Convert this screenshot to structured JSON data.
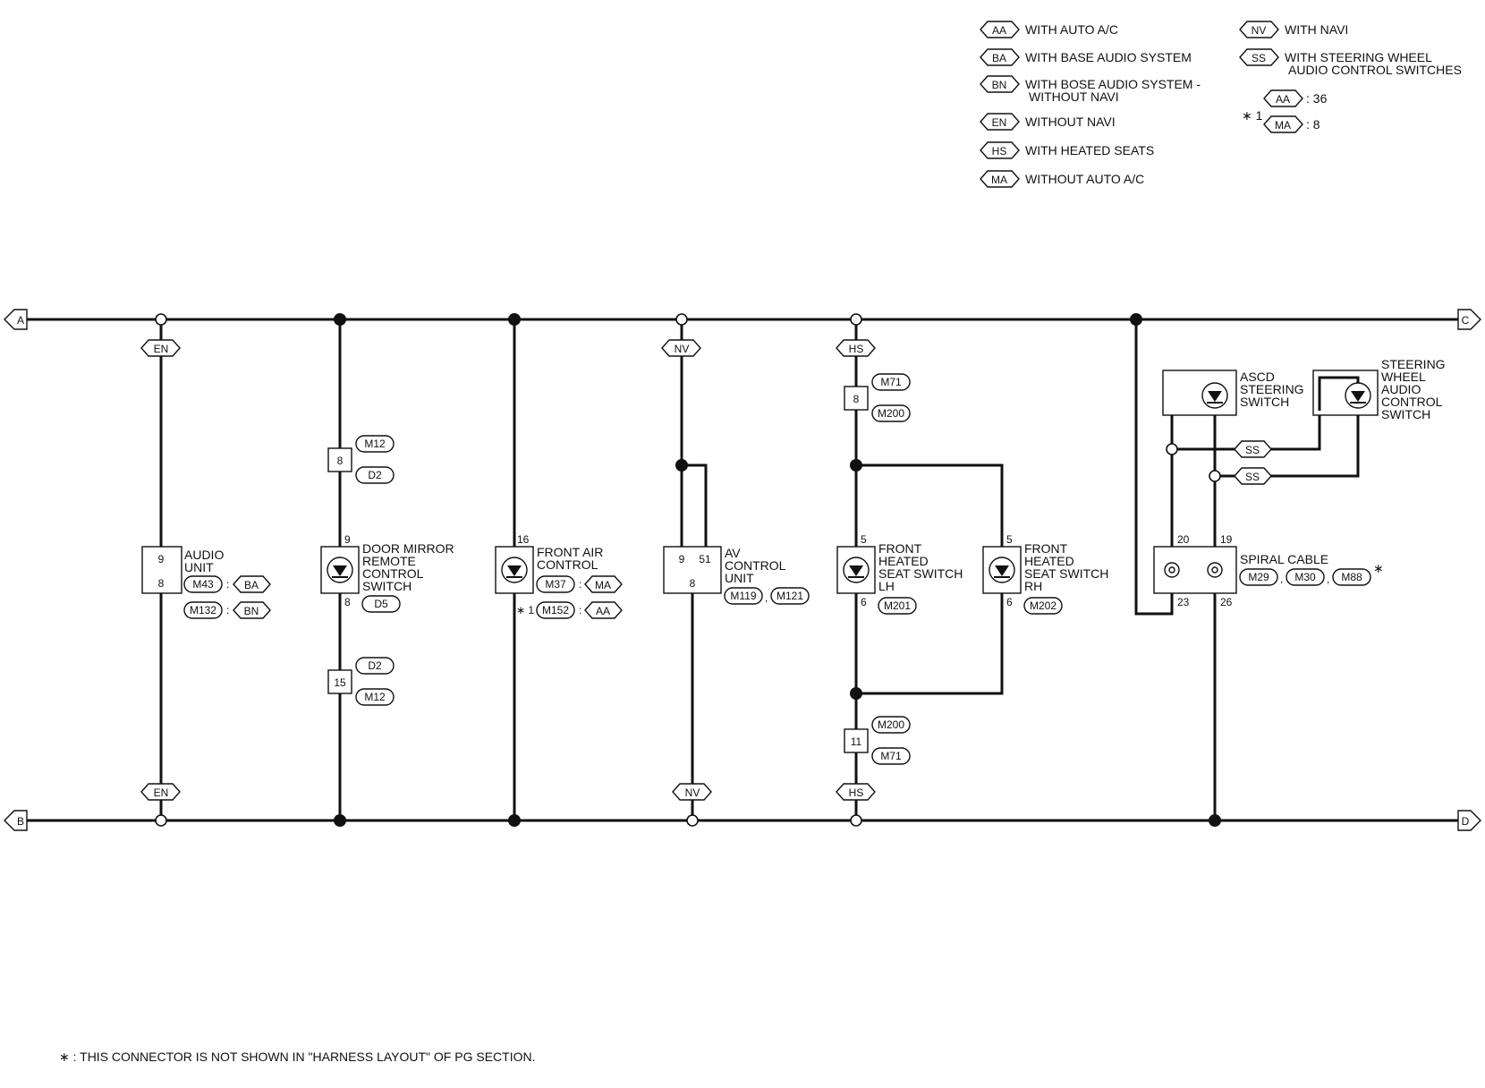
{
  "legend": {
    "AA": "WITH AUTO A/C",
    "BA": "WITH BASE AUDIO SYSTEM",
    "BN_line1": "WITH BOSE AUDIO SYSTEM -",
    "BN_line2": "WITHOUT NAVI",
    "EN": "WITHOUT NAVI",
    "HS": "WITH HEATED SEATS",
    "MA": "WITHOUT AUTO A/C",
    "NV": "WITH NAVI",
    "SS_line1": "WITH STEERING WHEEL",
    "SS_line2": "AUDIO CONTROL SWITCHES",
    "star1_label": "∗ 1",
    "star1_AA": ": 36",
    "star1_MA": ": 8"
  },
  "codes": {
    "AA": "AA",
    "BA": "BA",
    "BN": "BN",
    "EN": "EN",
    "HS": "HS",
    "MA": "MA",
    "NV": "NV",
    "SS": "SS"
  },
  "buses": {
    "A": "A",
    "B": "B",
    "C": "C",
    "D": "D"
  },
  "components": {
    "audio_unit": {
      "line1": "AUDIO",
      "line2": "UNIT",
      "pin_top": "9",
      "pin_bottom": "8",
      "conn1": "M43",
      "code1": "BA",
      "conn2": "M132",
      "code2": "BN"
    },
    "door_mirror": {
      "line1": "DOOR MIRROR",
      "line2": "REMOTE",
      "line3": "CONTROL",
      "line4": "SWITCH",
      "pin_top": "9",
      "pin_bottom": "8",
      "conn": "D5",
      "upper_pin": "8",
      "upper_conn1": "M12",
      "upper_conn2": "D2",
      "lower_pin": "15",
      "lower_conn1": "D2",
      "lower_conn2": "M12"
    },
    "front_air": {
      "line1": "FRONT AIR",
      "line2": "CONTROL",
      "pin_top": "16",
      "conn1": "M37",
      "code1": "MA",
      "star": "∗ 1",
      "conn2": "M152",
      "code2": "AA"
    },
    "av_control": {
      "line1": "AV",
      "line2": "CONTROL",
      "line3": "UNIT",
      "pin_a": "9",
      "pin_b": "51",
      "pin_bottom": "8",
      "conn1": "M119",
      "conn2": "M121"
    },
    "heated_seat_area": {
      "upper_pin": "8",
      "upper_conn1": "M71",
      "upper_conn2": "M200",
      "lower_pin": "11",
      "lower_conn1": "M200",
      "lower_conn2": "M71"
    },
    "seat_lh": {
      "line1": "FRONT",
      "line2": "HEATED",
      "line3": "SEAT SWITCH",
      "line4": "LH",
      "pin_top": "5",
      "pin_bottom": "6",
      "conn": "M201"
    },
    "seat_rh": {
      "line1": "FRONT",
      "line2": "HEATED",
      "line3": "SEAT SWITCH",
      "line4": "RH",
      "pin_top": "5",
      "pin_bottom": "6",
      "conn": "M202"
    },
    "ascd": {
      "line1": "ASCD",
      "line2": "STEERING",
      "line3": "SWITCH"
    },
    "steering_audio": {
      "line1": "STEERING",
      "line2": "WHEEL",
      "line3": "AUDIO",
      "line4": "CONTROL",
      "line5": "SWITCH"
    },
    "spiral_cable": {
      "label": "SPIRAL CABLE",
      "pin_tl": "20",
      "pin_tr": "19",
      "pin_bl": "23",
      "pin_br": "26",
      "conn1": "M29",
      "conn2": "M30",
      "conn3": "M88",
      "star": "∗"
    }
  },
  "footnote": "∗ : THIS CONNECTOR IS NOT SHOWN IN \"HARNESS LAYOUT\" OF PG SECTION."
}
